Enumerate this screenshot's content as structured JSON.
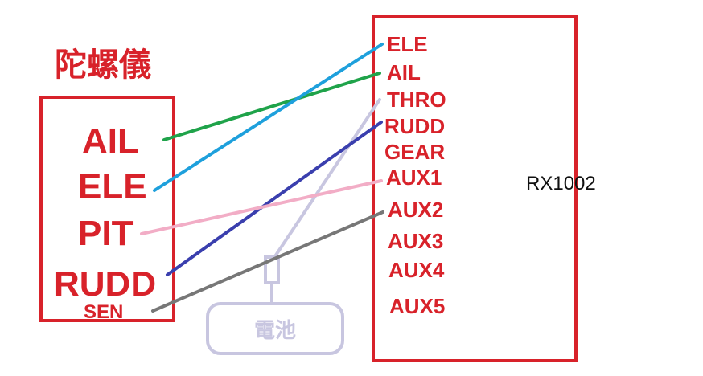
{
  "gyro": {
    "title": "陀螺儀",
    "labels": [
      "AIL",
      "ELE",
      "PIT",
      "RUDD",
      "SEN"
    ]
  },
  "receiver": {
    "name": "RX1002",
    "channels": [
      "ELE",
      "AIL",
      "THRO",
      "RUDD",
      "GEAR",
      "AUX1",
      "AUX2",
      "AUX3",
      "AUX4",
      "AUX5"
    ]
  },
  "battery": {
    "label": "電池"
  },
  "colors": {
    "box": "#d8222a",
    "ail": "#1fa34a",
    "ele": "#1ea0dc",
    "rudd": "#3a3fae",
    "pit": "#f2adc6",
    "sen": "#777777",
    "battery": "#c8c6e0"
  }
}
